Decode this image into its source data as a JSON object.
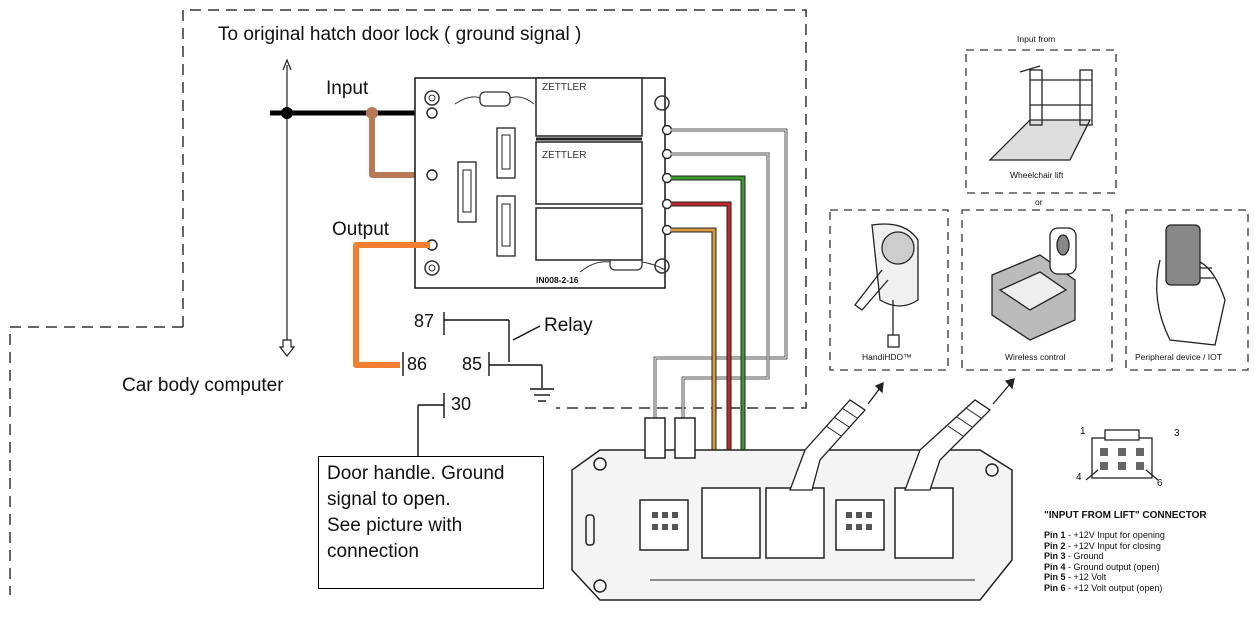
{
  "labels": {
    "top_title": "To original hatch door lock ( ground signal )",
    "input": "Input",
    "output": "Output",
    "car_body_computer": "Car body computer",
    "relay": "Relay",
    "relay_pin_87": "87",
    "relay_pin_86": "86",
    "relay_pin_85": "85",
    "relay_pin_30": "30",
    "zettler_1": "ZETTLER",
    "zettler_2": "ZETTLER",
    "board_code": "IN008-2-16"
  },
  "door_note": {
    "lines": [
      "Door handle. Ground",
      "signal to open.",
      "See picture with",
      "connection"
    ]
  },
  "peripherals": {
    "input_from": "Input from",
    "wheelchair_lift": "Wheelchair lift",
    "or": "or",
    "handihdo": "HandiHDO™",
    "wireless_control": "Wireless control",
    "peripheral_device": "Peripheral device / IOT"
  },
  "connector": {
    "pin_num_1": "1",
    "pin_num_3": "3",
    "pin_num_4": "4",
    "pin_num_6": "6",
    "title": "\"INPUT FROM LIFT\" CONNECTOR",
    "pins": [
      {
        "label": "Pin 1",
        "desc": " - +12V Input for opening"
      },
      {
        "label": "Pin 2",
        "desc": " - +12V Input for closing"
      },
      {
        "label": "Pin 3",
        "desc": " - Ground"
      },
      {
        "label": "Pin 4",
        "desc": " - Ground output (open)"
      },
      {
        "label": "Pin 5",
        "desc": " - +12 Volt"
      },
      {
        "label": "Pin 6",
        "desc": " - +12 Volt output (open)"
      }
    ]
  },
  "colors": {
    "input_wire": "#b87a56",
    "output_wire": "#f08030",
    "green_wire": "#3a9a2a",
    "red_wire": "#c0282a",
    "orange_wire": "#d89a40"
  }
}
